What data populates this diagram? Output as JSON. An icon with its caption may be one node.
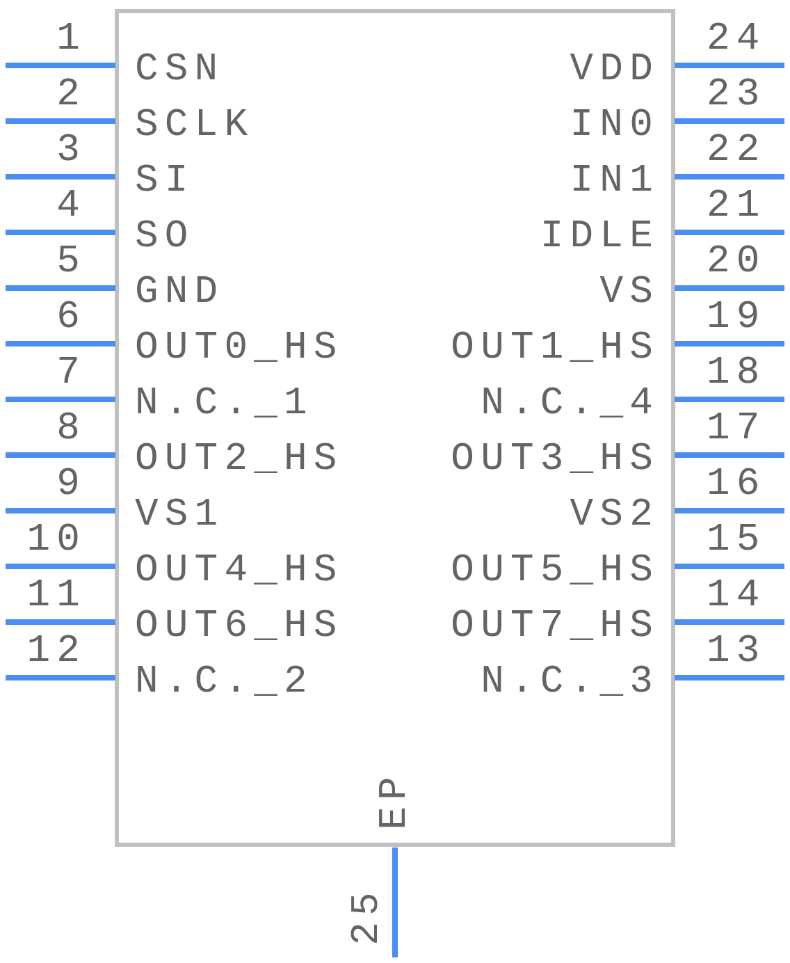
{
  "diagram": {
    "labels": [
      "1",
      "CSN",
      "VDD",
      "24",
      "2",
      "SCLK",
      "IN0",
      "23",
      "3",
      "SI",
      "IN1",
      "22",
      "4",
      "SO",
      "IDLE",
      "21",
      "5",
      "GND",
      "VS",
      "20",
      "6",
      "OUT0_HS",
      "OUT1_HS",
      "19",
      "7",
      "N.C._1",
      "N.C._4",
      "18",
      "8",
      "OUT2_HS",
      "OUT3_HS",
      "17",
      "9",
      "VS1",
      "VS2",
      "16",
      "10",
      "OUT4_HS",
      "OUT5_HS",
      "15",
      "11",
      "OUT6_HS",
      "OUT7_HS",
      "14",
      "12",
      "N.C._2",
      "N.C._3",
      "13",
      "EP",
      "25"
    ]
  }
}
